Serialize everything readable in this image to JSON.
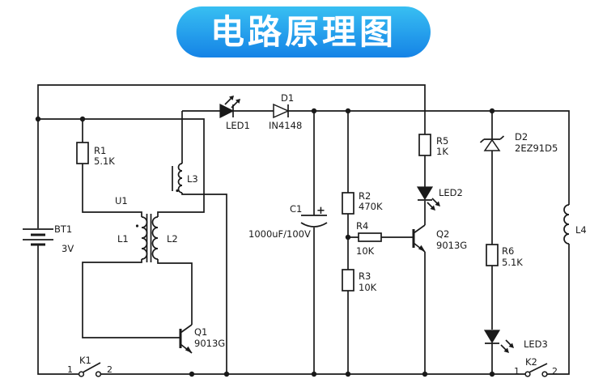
{
  "title": {
    "text": "电路原理图"
  },
  "colors": {
    "banner_top": "#38bff2",
    "banner_bottom": "#1583e6",
    "banner_text": "#ffffff",
    "line": "#1a1a1a",
    "background": "#ffffff"
  },
  "components": {
    "bt1": {
      "ref": "BT1",
      "value": "3V"
    },
    "r1": {
      "ref": "R1",
      "value": "5.1K"
    },
    "r2": {
      "ref": "R2",
      "value": "470K"
    },
    "r3": {
      "ref": "R3",
      "value": "10K"
    },
    "r4": {
      "ref": "R4",
      "value": "10K"
    },
    "r5": {
      "ref": "R5",
      "value": "1K"
    },
    "r6": {
      "ref": "R6",
      "value": "5.1K"
    },
    "c1": {
      "ref": "C1",
      "value": "1000uF/100V",
      "polarity": "+"
    },
    "d1": {
      "ref": "D1",
      "value": "IN4148"
    },
    "d2": {
      "ref": "D2",
      "value": "2EZ91D5"
    },
    "led1": {
      "ref": "LED1"
    },
    "led2": {
      "ref": "LED2"
    },
    "led3": {
      "ref": "LED3"
    },
    "q1": {
      "ref": "Q1",
      "value": "9013G"
    },
    "q2": {
      "ref": "Q2",
      "value": "9013G"
    },
    "u1": {
      "ref": "U1"
    },
    "l1": {
      "ref": "L1"
    },
    "l2": {
      "ref": "L2"
    },
    "l3": {
      "ref": "L3"
    },
    "l4": {
      "ref": "L4"
    },
    "k1": {
      "ref": "K1",
      "pin1": "1",
      "pin2": "2"
    },
    "k2": {
      "ref": "K2",
      "pin1": "1",
      "pin2": "2"
    }
  }
}
